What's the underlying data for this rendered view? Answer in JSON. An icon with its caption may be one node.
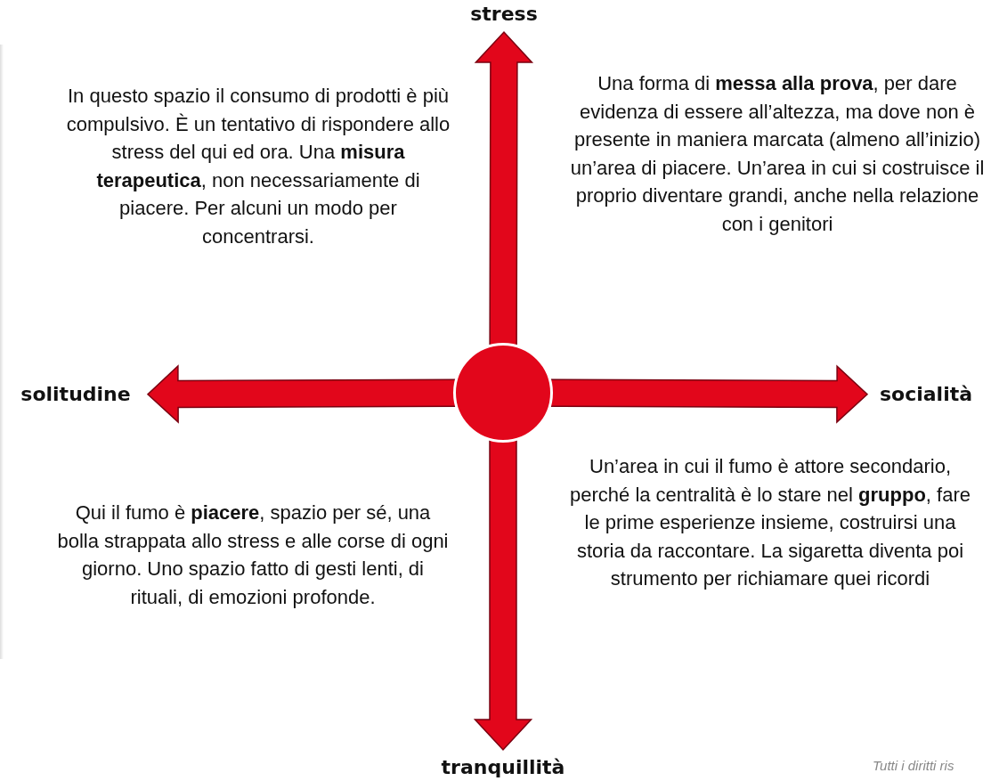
{
  "diagram": {
    "nodes": [
      {
        "text": [],
        "shape": "circle"
      },
      {
        "text": [
          "stress"
        ]
      },
      {
        "text": [
          "socialità"
        ]
      },
      {
        "text": [
          "tranquillità"
        ]
      },
      {
        "text": [
          "solitudine"
        ]
      }
    ],
    "edges": [
      {
        "from": 0,
        "to": 1,
        "arrow": "to",
        "style": "thick",
        "color": "#e2061b"
      },
      {
        "from": 0,
        "to": 2,
        "arrow": "to",
        "style": "thick",
        "color": "#e2061b"
      },
      {
        "from": 0,
        "to": 3,
        "arrow": "to",
        "style": "thick",
        "color": "#e2061b"
      },
      {
        "from": 0,
        "to": 4,
        "arrow": "to",
        "style": "thick",
        "color": "#e2061b"
      }
    ],
    "labels": [
      "In questo spazio il consumo di prodotti è più compulsivo. È un tentativo di rispondere allo stress del qui ed ora. Una **misura terapeutica**, non necessariamente di piacere. Per alcuni un modo per concentrarsi.",
      "Una forma di **messa alla prova**, per dare evidenza di essere all’altezza, ma dove non è presente in maniera marcata (almeno all’inizio) un’area di piacere. Un’area in cui si costruisce il proprio diventare grandi, anche nella relazione con i genitori",
      "Qui il fumo è **piacere**, spazio per sé, una bolla strappata allo stress e alle corse di ogni giorno. Uno spazio fatto di gesti lenti, di rituali, di emozioni profonde.",
      "Un’area in cui il fumo è attore secondario, perché la centralità è lo stare nel **gruppo**, fare le prime esperienze insieme, costruirsi una storia da raccontare. La sigaretta diventa poi strumento per richiamare quei ricordi",
      "Tutti i diritti ris"
    ]
  }
}
